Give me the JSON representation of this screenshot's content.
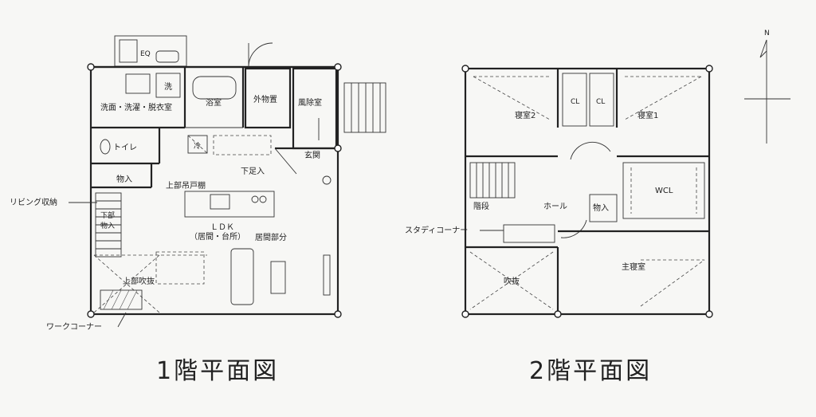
{
  "floor1": {
    "title": "1階平面図",
    "rooms": {
      "eq": "EQ",
      "sen": "洗",
      "washroom": "洗面・洗濯・脱衣室",
      "bath": "浴室",
      "outdoor_storage": "外物置",
      "windbreak": "風除室",
      "toilet": "トイレ",
      "rei": "冷",
      "entrance": "玄関",
      "shoe_step": "下足入",
      "storage": "物入",
      "upper_cabinet": "上部吊戸棚",
      "living_storage": "リビング収納",
      "under_storage_1": "下部",
      "under_storage_2": "物入",
      "ldk": "ＬＤＫ",
      "ldk_sub": "（居間・台所）",
      "living_part": "居間部分",
      "upper_void": "上部吹抜",
      "work_corner": "ワークコーナー"
    }
  },
  "floor2": {
    "title": "2階平面図",
    "rooms": {
      "bedroom2": "寝室2",
      "cl1": "CL",
      "cl2": "CL",
      "bedroom1": "寝室1",
      "stairs": "階段",
      "hall": "ホール",
      "wcl": "WCL",
      "storage": "物入",
      "study_corner": "スタディコーナー",
      "void": "吹抜",
      "master_bedroom": "主寝室"
    }
  },
  "compass": {
    "north": "N"
  }
}
